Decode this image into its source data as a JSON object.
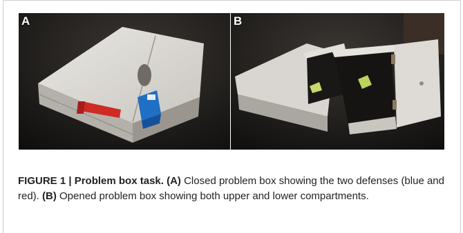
{
  "panels": [
    {
      "label": "A"
    },
    {
      "label": "B"
    }
  ],
  "caption": {
    "heading": "FIGURE 1 | Problem box task.",
    "a_ref": "(A)",
    "a_text": " Closed problem box showing the two defenses (blue and red). ",
    "b_ref": "(B)",
    "b_text": " Opened problem box showing both upper and lower compartments."
  }
}
